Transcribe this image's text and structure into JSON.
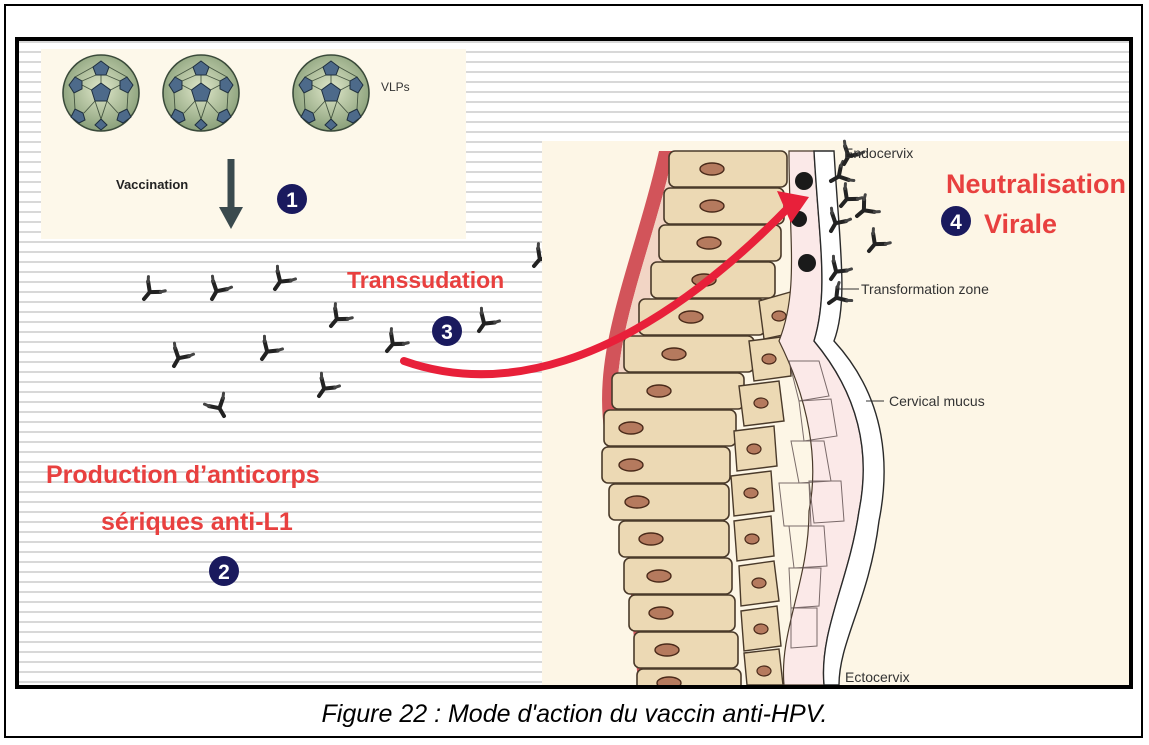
{
  "caption": "Figure 22 : Mode d'action du vaccin anti-HPV.",
  "diagram": {
    "labels": {
      "vlps": "VLPs",
      "vaccination": "Vaccination",
      "transsudation": "Transsudation",
      "production_line1": "Production d’anticorps",
      "production_line2": "sériques anti-L1",
      "neutralisation_line1": "Neutralisation",
      "neutralisation_line2": "Virale",
      "endocervix": "Endocervix",
      "transformation_zone": "Transformation zone",
      "cervical_mucus": "Cervical mucus",
      "ectocervix": "Ectocervix"
    },
    "steps": [
      "1",
      "2",
      "3",
      "4"
    ],
    "colors": {
      "step_red": "#e8403f",
      "badge_navy": "#1a1a5e",
      "tissue_beige": "#fdf6e6",
      "cell_fill": "#ecd9b4",
      "nucleus": "#b57a5e",
      "arrow_red": "#e8203a"
    },
    "icons": [
      "vlp-particle-icon",
      "antibody-icon"
    ]
  }
}
